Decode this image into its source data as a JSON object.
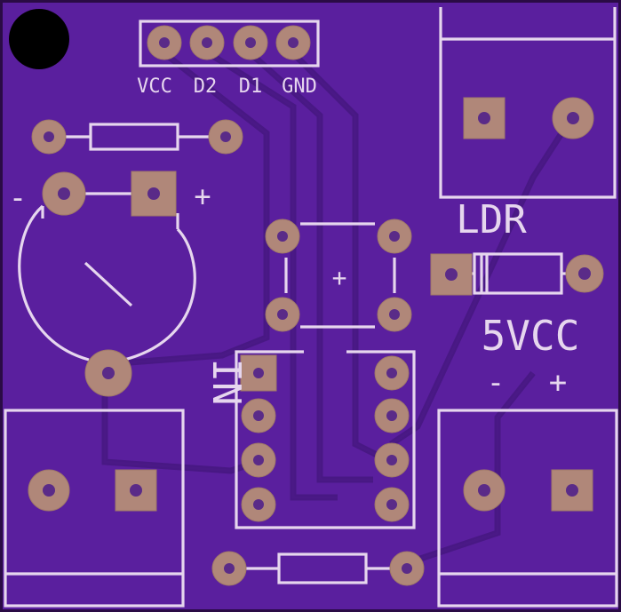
{
  "board": {
    "background_color": "#5a1f9e",
    "border_color": "#2a0b45",
    "silkscreen_color": "#e6d6ee",
    "pad_color": "#b08779"
  },
  "labels": {
    "header_vcc": "VCC",
    "header_d2": "D2",
    "header_d1": "D1",
    "header_gnd": "GND",
    "ldr": "LDR",
    "supply": "5VCC",
    "supply_minus": "-",
    "supply_plus": "+",
    "cap_minus": "-",
    "cap_plus": "+",
    "button_plus": "+",
    "input_label": "IN"
  }
}
